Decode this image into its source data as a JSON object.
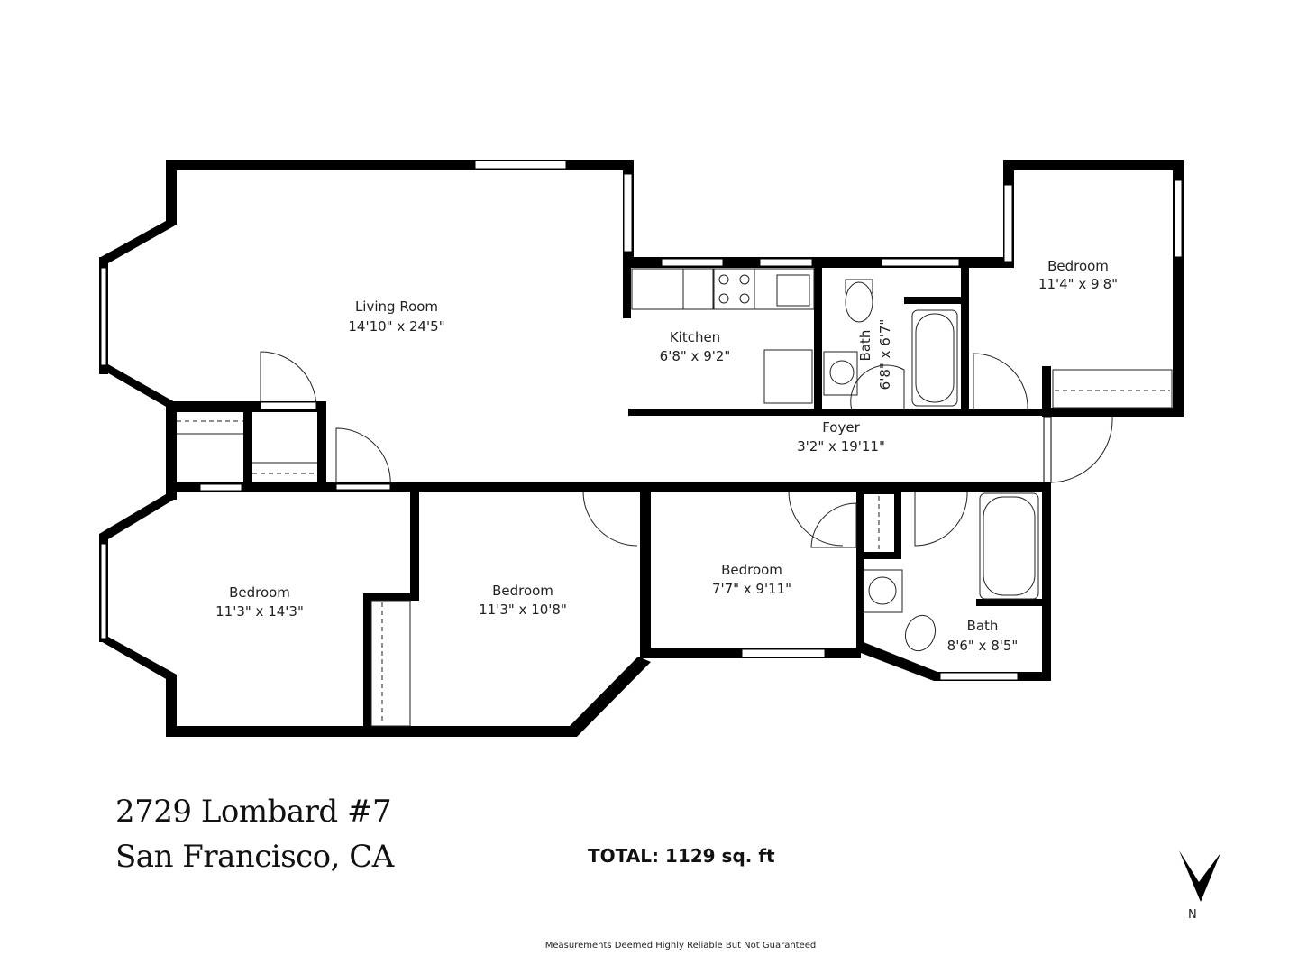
{
  "rooms": [
    {
      "name": "Living Room",
      "size": "14'10\" x 24'5\""
    },
    {
      "name": "Kitchen",
      "size": "6'8\" x 9'2\""
    },
    {
      "name": "Bath",
      "size": "6'8\" x 6'7\""
    },
    {
      "name": "Bedroom",
      "size": "11'4\" x 9'8\""
    },
    {
      "name": "Foyer",
      "size": "3'2\" x 19'11\""
    },
    {
      "name": "Bedroom",
      "size": "11'3\" x 14'3\""
    },
    {
      "name": "Bedroom",
      "size": "11'3\" x 10'8\""
    },
    {
      "name": "Bedroom",
      "size": "7'7\" x 9'11\""
    },
    {
      "name": "Bath",
      "size": "8'6\" x 8'5\""
    }
  ],
  "address": {
    "line1": "2729 Lombard #7",
    "line2": "San Francisco, CA"
  },
  "total": "TOTAL: 1129 sq. ft",
  "compass": {
    "label": "N",
    "icon": "north-arrow-icon"
  },
  "disclaimer": "Measurements Deemed Highly Reliable But Not Guaranteed"
}
